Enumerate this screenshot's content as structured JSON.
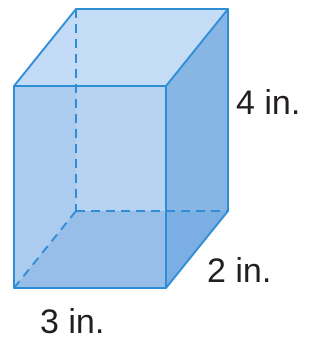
{
  "figure": {
    "shape": "rectangular prism",
    "colors": {
      "front_face": "#9fc4ec",
      "side_face": "#7aaee2",
      "top_face": "#c2daf5",
      "bottom_face": "#6b9fd8",
      "edge": "#2f8dd6",
      "hidden_edge": "#2f8dd6",
      "label": "#231f20"
    },
    "labels": {
      "height": "4 in.",
      "depth": "2 in.",
      "width": "3 in."
    }
  }
}
